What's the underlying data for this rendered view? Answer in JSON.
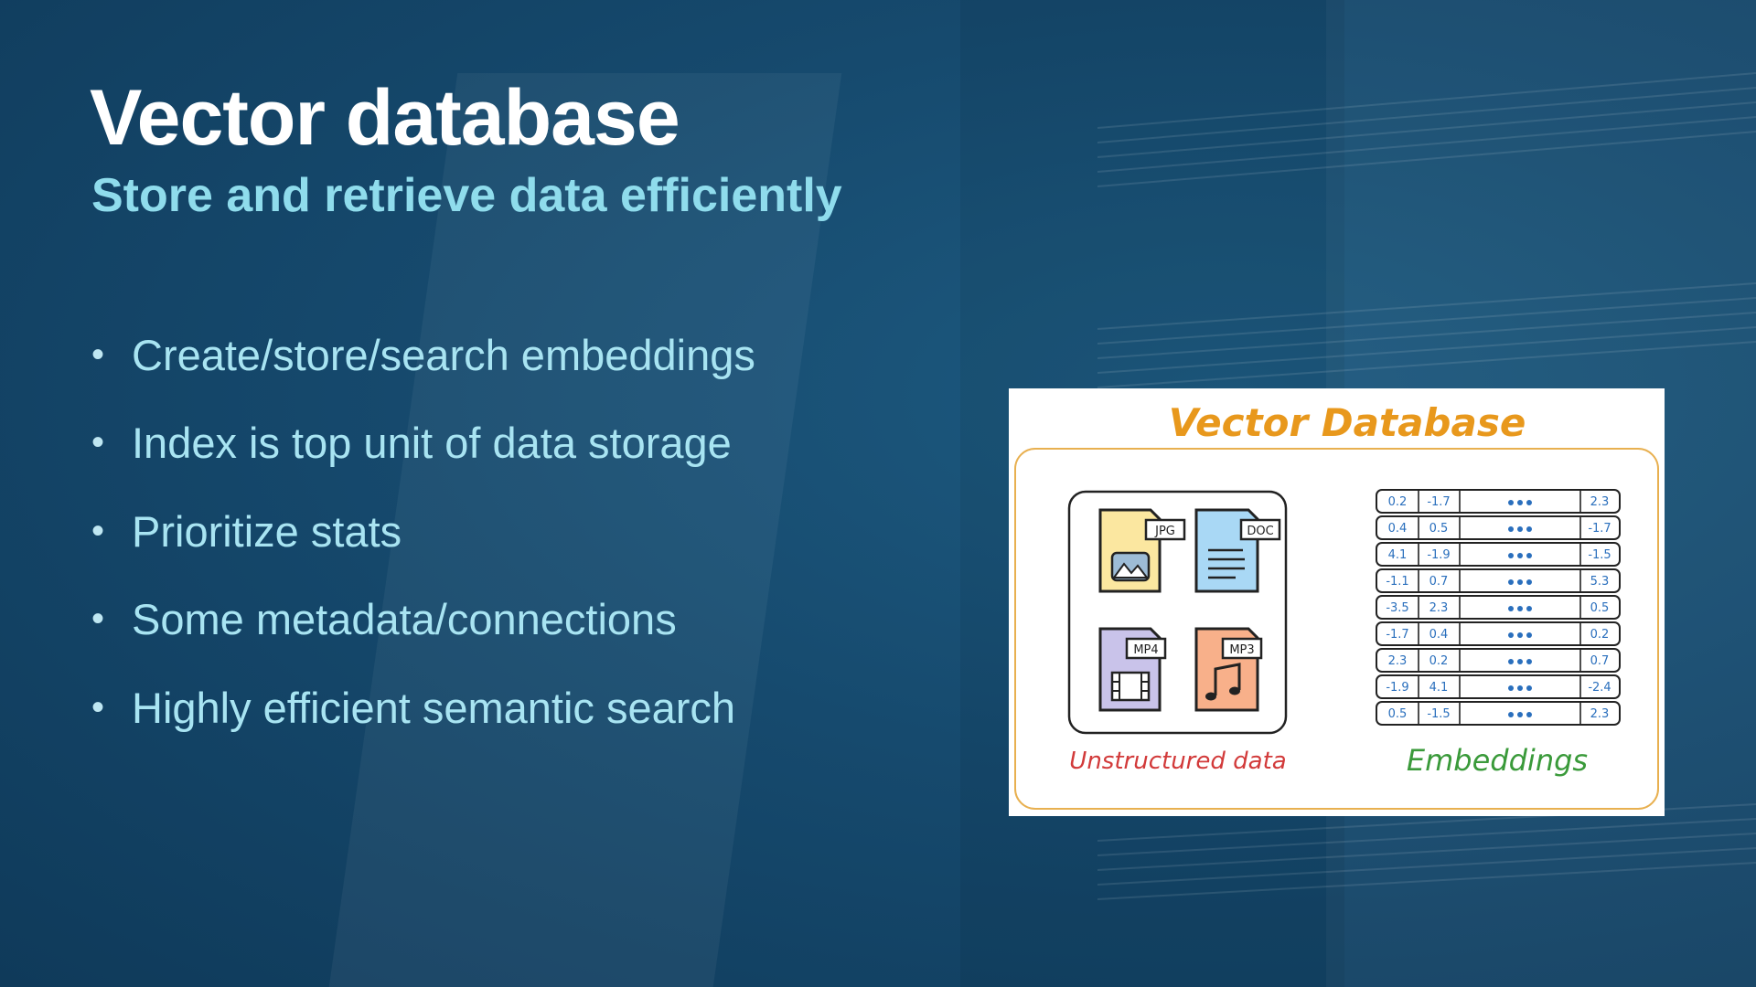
{
  "slide": {
    "title": "Vector database",
    "subtitle": "Store and retrieve data efficiently",
    "bullets": [
      "Create/store/search embeddings",
      "Index is top unit of data storage",
      "Prioritize stats",
      "Some metadata/connections",
      "Highly efficient semantic search"
    ]
  },
  "figure": {
    "title": "Vector Database",
    "left_caption": "Unstructured data",
    "right_caption": "Embeddings",
    "file_tags": [
      "JPG",
      "DOC",
      "MP4",
      "MP3"
    ],
    "embedding_rows": [
      [
        "0.2",
        "-1.7",
        "2.3"
      ],
      [
        "0.4",
        "0.5",
        "-1.7"
      ],
      [
        "4.1",
        "-1.9",
        "-1.5"
      ],
      [
        "-1.1",
        "0.7",
        "5.3"
      ],
      [
        "-3.5",
        "2.3",
        "0.5"
      ],
      [
        "-1.7",
        "0.4",
        "0.2"
      ],
      [
        "2.3",
        "0.2",
        "0.7"
      ],
      [
        "-1.9",
        "4.1",
        "-2.4"
      ],
      [
        "0.5",
        "-1.5",
        "2.3"
      ]
    ],
    "colors": {
      "title": "#e8981c",
      "border": "#e8b050",
      "left_caption": "#d23a3a",
      "right_caption": "#3a9a3a",
      "numbers": "#2a6fbd",
      "jpg": "#fbe7a0",
      "doc": "#a9d8f5",
      "mp4": "#c9c3ea",
      "mp3": "#f8b08a"
    }
  }
}
